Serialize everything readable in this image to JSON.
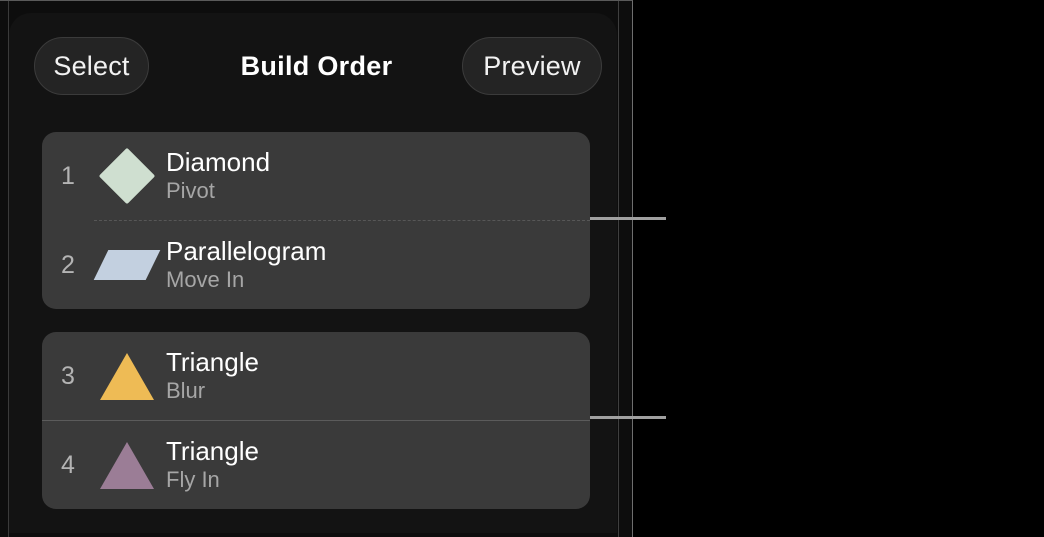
{
  "window": {
    "background_color": "#000000",
    "panel_color": "#0d0d0d"
  },
  "header": {
    "title": "Build Order",
    "select_label": "Select",
    "preview_label": "Preview"
  },
  "build_list": {
    "groups": [
      {
        "separator_style": "dashed",
        "rows": [
          {
            "index": "1",
            "shape": "diamond-shape",
            "shape_color": "#cfdfd0",
            "title": "Diamond",
            "subtitle": "Pivot"
          },
          {
            "index": "2",
            "shape": "parallelogram-shape",
            "shape_color": "#c3d0e0",
            "title": "Parallelogram",
            "subtitle": "Move In"
          }
        ]
      },
      {
        "separator_style": "solid",
        "rows": [
          {
            "index": "3",
            "shape": "triangle-shape",
            "shape_color": "#eebb55",
            "title": "Triangle",
            "subtitle": "Blur"
          },
          {
            "index": "4",
            "shape": "triangle-shape",
            "shape_color": "#9b7d96",
            "title": "Triangle",
            "subtitle": "Fly In"
          }
        ]
      }
    ]
  },
  "annotations": {
    "callout_color": "#a0a0a0",
    "callouts": [
      {
        "label": ""
      },
      {
        "label": ""
      }
    ]
  }
}
